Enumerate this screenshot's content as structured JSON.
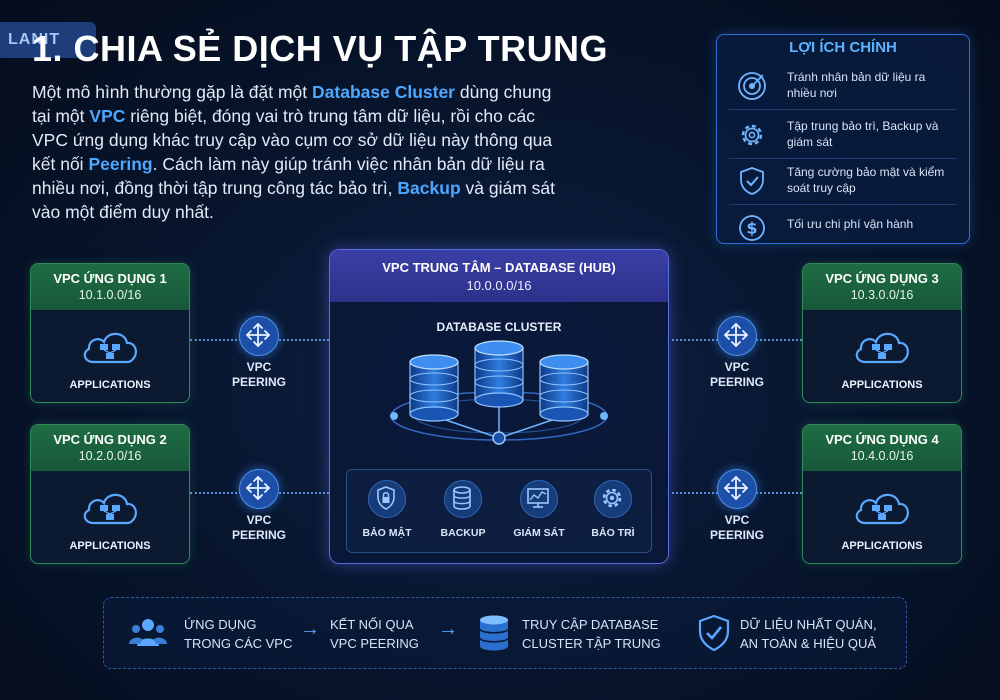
{
  "logo": {
    "text": "LANIT"
  },
  "title": "1. CHIA SẺ DỊCH VỤ TẬP TRUNG",
  "intro": {
    "p1": "Một mô hình thường gặp là đặt một ",
    "h1": "Database Cluster",
    "p2": " dùng chung tại một ",
    "h2": "VPC",
    "p3": " riêng biệt, đóng vai trò trung tâm dữ liệu, rồi cho các VPC ứng dụng khác truy cập vào cụm cơ sở dữ liệu này thông qua kết nối ",
    "h3": "Peering",
    "p4": ". Cách làm này giúp tránh việc nhân bản dữ liệu ra nhiều nơi, đồng thời tập trung công tác bảo trì, ",
    "h4": "Backup",
    "p5": " và giám sát vào một điểm duy nhất."
  },
  "benefits": {
    "title": "LỢI ÍCH CHÍNH",
    "items": [
      {
        "icon": "target-icon",
        "text": "Tránh nhân bản dữ liệu ra nhiều nơi"
      },
      {
        "icon": "gear-icon",
        "text": "Tập trung bảo trì, Backup và giám sát"
      },
      {
        "icon": "shield-check-icon",
        "text": "Tăng cường bảo mật và kiểm soát truy cập"
      },
      {
        "icon": "dollar-icon",
        "text": "Tối ưu chi phí vận hành"
      }
    ]
  },
  "vpcs": [
    {
      "name": "VPC ỨNG DỤNG 1",
      "cidr": "10.1.0.0/16",
      "label": "APPLICATIONS"
    },
    {
      "name": "VPC ỨNG DỤNG 2",
      "cidr": "10.2.0.0/16",
      "label": "APPLICATIONS"
    },
    {
      "name": "VPC ỨNG DỤNG 3",
      "cidr": "10.3.0.0/16",
      "label": "APPLICATIONS"
    },
    {
      "name": "VPC ỨNG DỤNG 4",
      "cidr": "10.4.0.0/16",
      "label": "APPLICATIONS"
    }
  ],
  "peering": {
    "line1": "VPC",
    "line2": "PEERING"
  },
  "hub": {
    "name": "VPC TRUNG TÂM – DATABASE (HUB)",
    "cidr": "10.0.0.0/16",
    "cluster_label": "DATABASE CLUSTER",
    "services": [
      {
        "icon": "lock-icon",
        "label": "BẢO MẬT"
      },
      {
        "icon": "database-icon",
        "label": "BACKUP"
      },
      {
        "icon": "monitor-chart-icon",
        "label": "GIÁM SÁT"
      },
      {
        "icon": "gear-icon",
        "label": "BẢO TRÌ"
      }
    ]
  },
  "flow": [
    {
      "icon": "users-icon",
      "line1": "ỨNG DỤNG",
      "line2": "TRONG CÁC VPC"
    },
    {
      "icon": "arrow-right-icon",
      "line1": "KẾT NỐI QUA",
      "line2": "VPC PEERING"
    },
    {
      "icon": "database-icon",
      "line1": "TRUY CẬP DATABASE",
      "line2": "CLUSTER TẬP TRUNG"
    },
    {
      "icon": "shield-check-icon",
      "line1": "DỮ LIỆU NHẤT QUÁN,",
      "line2": "AN TOÀN & HIỆU QUẢ"
    }
  ],
  "colors": {
    "background": "#07142b",
    "accent_blue": "#4ea7ff",
    "vpc_green": "#1f6d44",
    "hub_purple": "#3b3fa6"
  }
}
